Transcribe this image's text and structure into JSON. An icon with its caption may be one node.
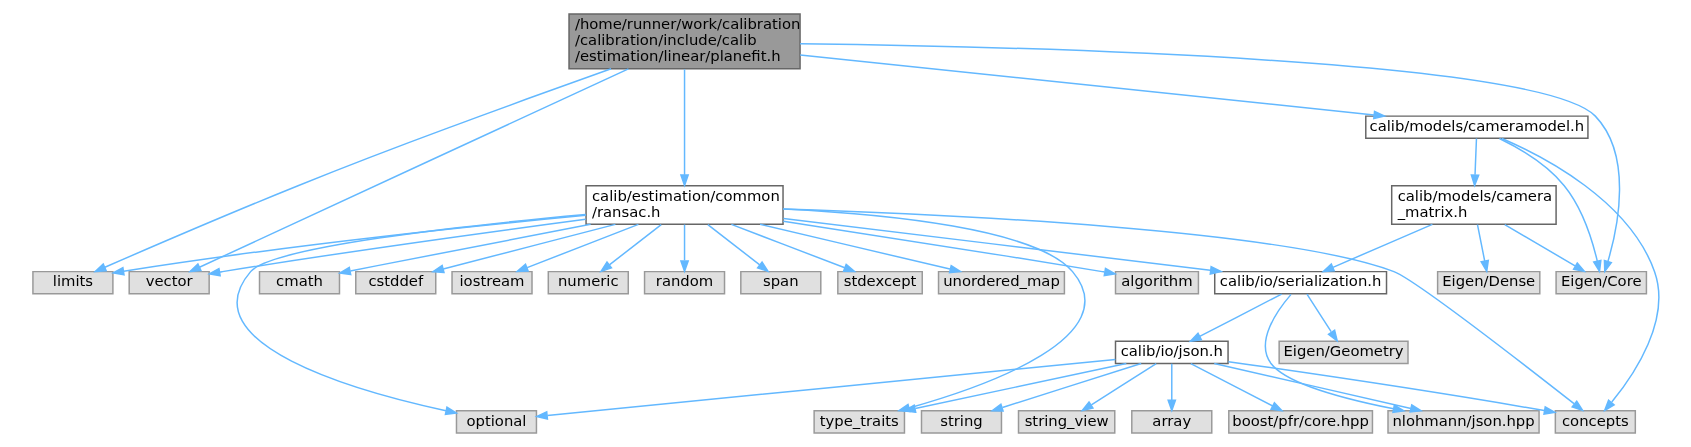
{
  "diagram": {
    "nodes": [
      {
        "text": [
          "/home/runner/work/calibration /calibration/include/calib /estimation/linear/planefit.h"
        ]
      },
      {
        "text": [
          "calib/estimation/common /ransac.h"
        ]
      },
      {
        "text": [
          "calib/models/cameramodel.h"
        ]
      },
      {
        "text": [
          "calib/models/camera _matrix.h"
        ]
      },
      {
        "text": [
          "limits"
        ]
      },
      {
        "text": [
          "vector"
        ]
      },
      {
        "text": [
          "algorithm"
        ]
      },
      {
        "text": [
          "cmath"
        ]
      },
      {
        "text": [
          "cstddef"
        ]
      },
      {
        "text": [
          "iostream"
        ]
      },
      {
        "text": [
          "numeric"
        ]
      },
      {
        "text": [
          "random"
        ]
      },
      {
        "text": [
          "span"
        ]
      },
      {
        "text": [
          "stdexcept"
        ]
      },
      {
        "text": [
          "unordered_map"
        ]
      },
      {
        "text": [
          "calib/io/serialization.h"
        ]
      },
      {
        "text": [
          "Eigen/Dense"
        ]
      },
      {
        "text": [
          "Eigen/Core"
        ]
      },
      {
        "text": [
          "Eigen/Geometry"
        ]
      },
      {
        "text": [
          "calib/io/json.h"
        ]
      },
      {
        "text": [
          "optional"
        ]
      },
      {
        "text": [
          "type_traits"
        ]
      },
      {
        "text": [
          "boost/pfr/core.hpp"
        ]
      },
      {
        "text": [
          "string"
        ]
      },
      {
        "text": [
          "string_view"
        ]
      },
      {
        "text": [
          "array"
        ]
      },
      {
        "text": [
          "nlohmann/json.hpp"
        ]
      },
      {
        "text": [
          "concepts"
        ]
      }
    ],
    "edges": [
      {
        "from": 0,
        "to": 4,
        "arrow": "to"
      },
      {
        "from": 0,
        "to": 5,
        "arrow": "to"
      },
      {
        "from": 0,
        "to": 1,
        "arrow": "to"
      },
      {
        "from": 0,
        "to": 2,
        "arrow": "to"
      },
      {
        "from": 0,
        "to": 17,
        "arrow": "to"
      },
      {
        "from": 1,
        "to": 4,
        "arrow": "to"
      },
      {
        "from": 1,
        "to": 5,
        "arrow": "to"
      },
      {
        "from": 1,
        "to": 6,
        "arrow": "to"
      },
      {
        "from": 1,
        "to": 7,
        "arrow": "to"
      },
      {
        "from": 1,
        "to": 8,
        "arrow": "to"
      },
      {
        "from": 1,
        "to": 9,
        "arrow": "to"
      },
      {
        "from": 1,
        "to": 10,
        "arrow": "to"
      },
      {
        "from": 1,
        "to": 20,
        "arrow": "to"
      },
      {
        "from": 1,
        "to": 21,
        "arrow": "to"
      },
      {
        "from": 1,
        "to": 11,
        "arrow": "to"
      },
      {
        "from": 1,
        "to": 12,
        "arrow": "to"
      },
      {
        "from": 1,
        "to": 13,
        "arrow": "to"
      },
      {
        "from": 1,
        "to": 14,
        "arrow": "to"
      },
      {
        "from": 1,
        "to": 15,
        "arrow": "to"
      },
      {
        "from": 1,
        "to": 27,
        "arrow": "to"
      },
      {
        "from": 2,
        "to": 3,
        "arrow": "to"
      },
      {
        "from": 2,
        "to": 17,
        "arrow": "to"
      },
      {
        "from": 2,
        "to": 27,
        "arrow": "to"
      },
      {
        "from": 3,
        "to": 15,
        "arrow": "to"
      },
      {
        "from": 3,
        "to": 16,
        "arrow": "to"
      },
      {
        "from": 3,
        "to": 17,
        "arrow": "to"
      },
      {
        "from": 15,
        "to": 19,
        "arrow": "to"
      },
      {
        "from": 15,
        "to": 18,
        "arrow": "to"
      },
      {
        "from": 15,
        "to": 26,
        "arrow": "to"
      },
      {
        "from": 19,
        "to": 20,
        "arrow": "to"
      },
      {
        "from": 19,
        "to": 21,
        "arrow": "to"
      },
      {
        "from": 19,
        "to": 22,
        "arrow": "to"
      },
      {
        "from": 19,
        "to": 23,
        "arrow": "to"
      },
      {
        "from": 19,
        "to": 24,
        "arrow": "to"
      },
      {
        "from": 19,
        "to": 25,
        "arrow": "to"
      },
      {
        "from": 19,
        "to": 26,
        "arrow": "to"
      },
      {
        "from": 19,
        "to": 27,
        "arrow": "to"
      }
    ]
  }
}
